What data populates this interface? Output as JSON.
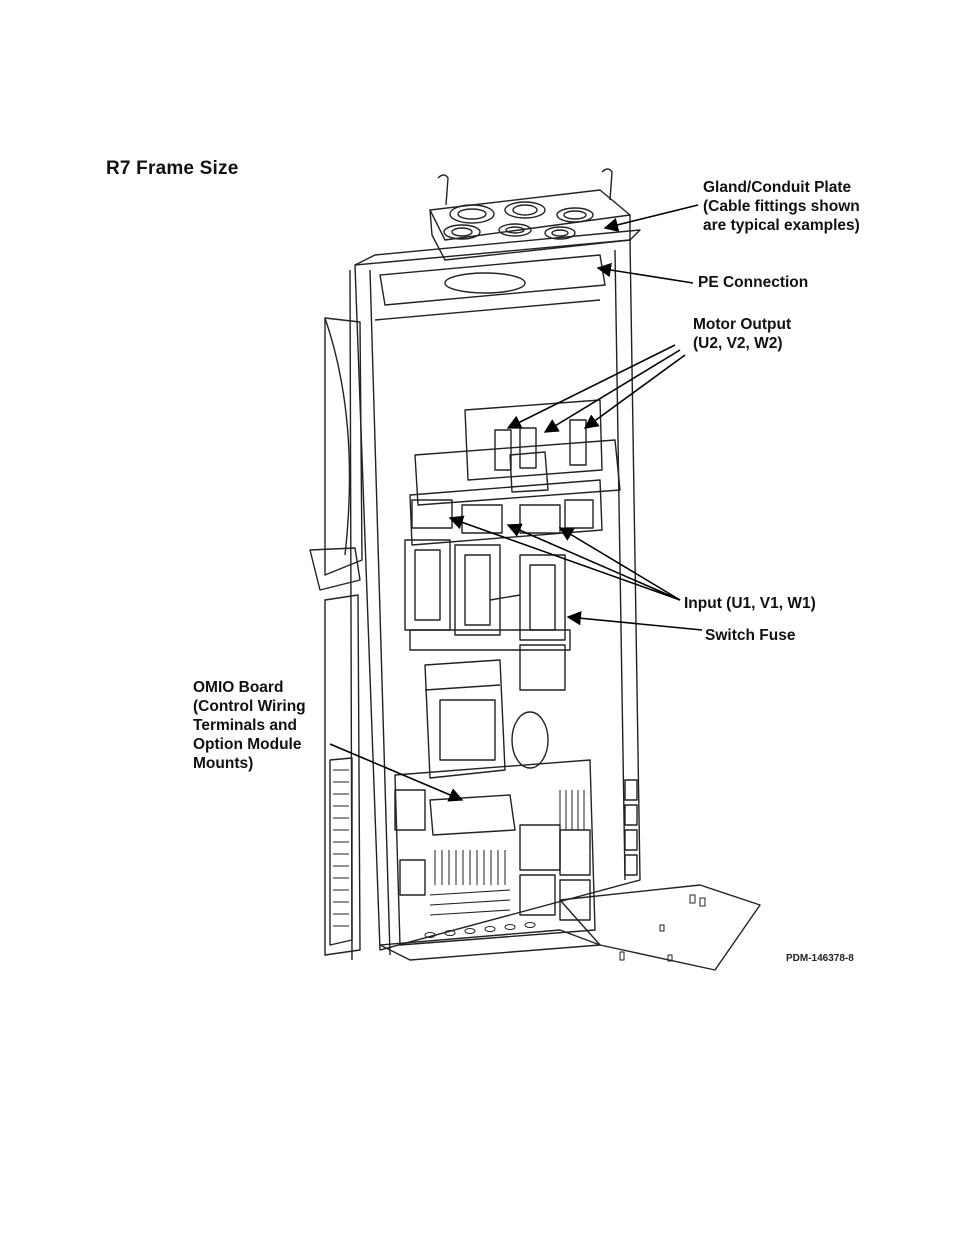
{
  "title": "R7 Frame Size",
  "callouts": {
    "gland_plate": [
      "Gland/Conduit Plate",
      "(Cable fittings shown",
      "are typical examples)"
    ],
    "pe_connection": [
      "PE Connection"
    ],
    "motor_output": [
      "Motor Output",
      "(U2, V2, W2)"
    ],
    "input": [
      "Input (U1, V1, W1)"
    ],
    "switch_fuse": [
      "Switch Fuse"
    ],
    "omio_board": [
      "OMIO Board",
      "(Control Wiring",
      "Terminals and",
      "Option Module",
      "Mounts)"
    ]
  },
  "drawing_id": "PDM-146378-8"
}
